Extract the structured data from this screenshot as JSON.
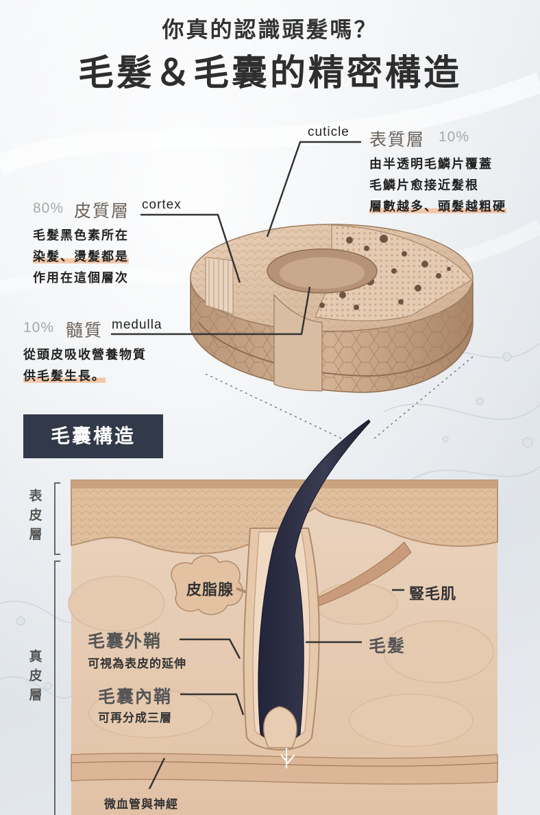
{
  "header": {
    "subtitle": "你真的認識頭髮嗎？",
    "title": "毛髮＆毛囊的精密構造"
  },
  "hair_structure": {
    "cuticle": {
      "en": "cuticle",
      "zh": "表質層",
      "pct": "10%",
      "desc": [
        "由半透明毛鱗片覆蓋",
        "毛鱗片愈接近髮根",
        "層數越多、頭髮越粗硬"
      ]
    },
    "cortex": {
      "pct": "80%",
      "zh": "皮質層",
      "en": "cortex",
      "desc": [
        "毛髮黑色素所在",
        "染髮、燙髮都是",
        "作用在這個層次"
      ]
    },
    "medulla": {
      "pct": "10%",
      "zh": "髓質",
      "en": "medulla",
      "desc": [
        "從頭皮吸收營養物質",
        "供毛髮生長。"
      ]
    }
  },
  "follicle_section": {
    "title": "毛囊構造",
    "layers": {
      "epidermis": "表皮層",
      "dermis": "真皮層"
    },
    "labels": {
      "sebaceous_gland": "皮脂腺",
      "arrector_pili": "豎毛肌",
      "outer_sheath": "毛囊外鞘",
      "outer_sheath_desc": "可視為表皮的延伸",
      "hair": "毛髮",
      "inner_sheath": "毛囊內鞘",
      "inner_sheath_desc": "可再分成三層",
      "capillaries": "微血管與神經"
    }
  },
  "colors": {
    "accent_box": "#323948",
    "highlight": "#f2c7a9",
    "skin": "#e7c8ad",
    "hair": "#2d2f3e"
  }
}
